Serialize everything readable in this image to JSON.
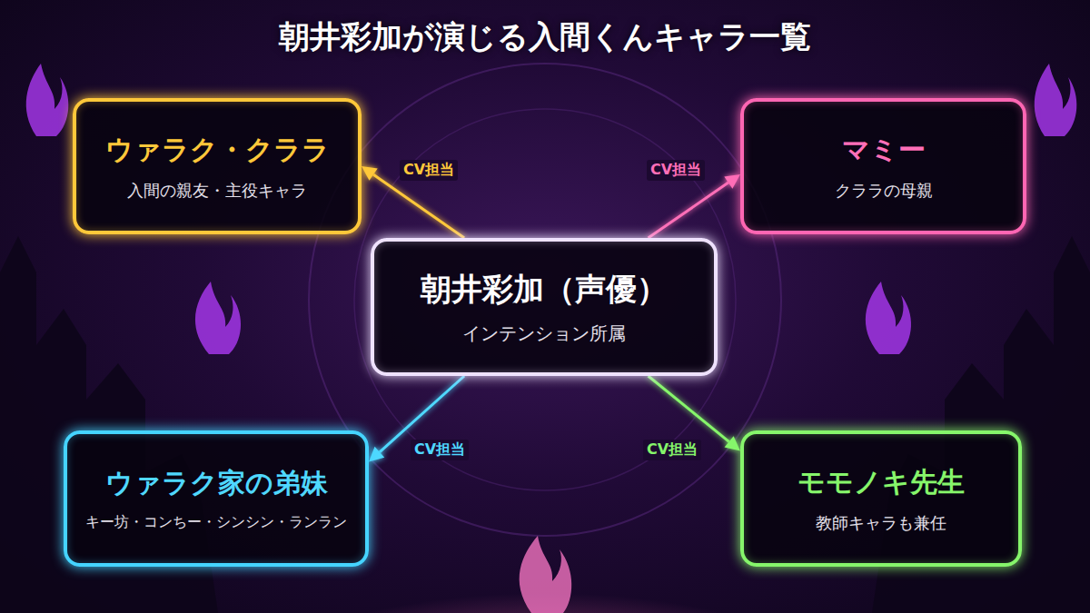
{
  "diagram": {
    "title": "朝井彩加が演じる入間くんキャラ一覧",
    "nodes": [
      {
        "text": [
          "朝井彩加（声優）",
          "インテンション所属"
        ]
      },
      {
        "text": [
          "ウァラク・クララ",
          "入間の親友・主役キャラ"
        ]
      },
      {
        "text": [
          "マミー",
          "クララの母親"
        ]
      },
      {
        "text": [
          "ウァラク家の弟妹",
          "キー坊・コンちー・シンシン・ランラン"
        ]
      },
      {
        "text": [
          "モモノキ先生",
          "教師キャラも兼任"
        ]
      }
    ],
    "edges": [
      {
        "from": 0,
        "to": 1,
        "arrow": "to",
        "label": "CV担当"
      },
      {
        "from": 0,
        "to": 2,
        "arrow": "to",
        "label": "CV担当"
      },
      {
        "from": 0,
        "to": 3,
        "arrow": "to",
        "label": "CV担当"
      },
      {
        "from": 0,
        "to": 4,
        "arrow": "to",
        "label": "CV担当"
      }
    ]
  }
}
